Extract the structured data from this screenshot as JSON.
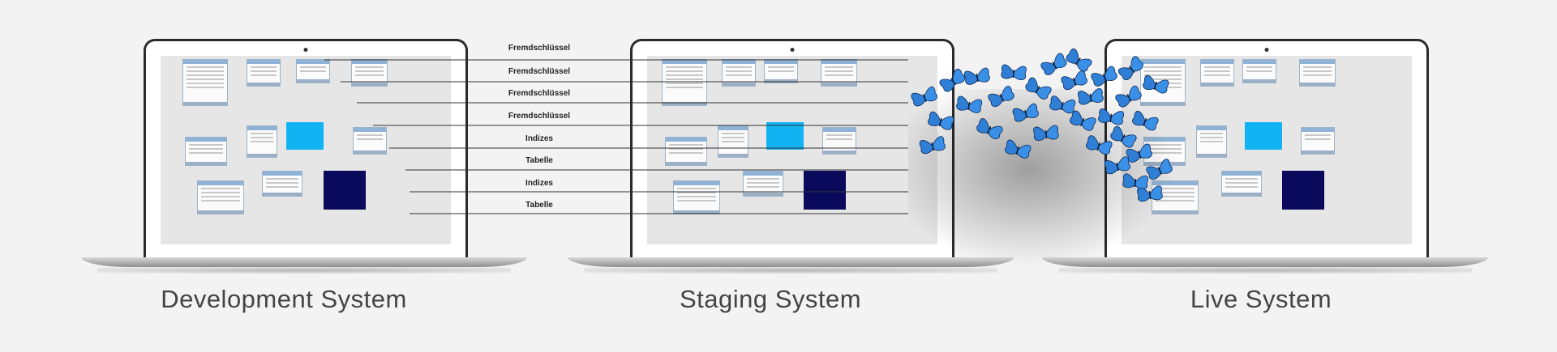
{
  "systems": [
    {
      "caption": "Development System"
    },
    {
      "caption": "Staging System"
    },
    {
      "caption": "Live System"
    }
  ],
  "connection_labels": [
    "Fremdschlüssel",
    "Fremdschlüssel",
    "Fremdschlüssel",
    "Fremdschlüssel",
    "Indizes",
    "Tabelle",
    "Indizes",
    "Tabelle"
  ],
  "colors": {
    "light_block": "#12b3f2",
    "dark_block": "#0a0a5c",
    "butterfly": "#2f7fd6",
    "caption": "#444444"
  },
  "icons": [
    "butterfly-icon"
  ]
}
